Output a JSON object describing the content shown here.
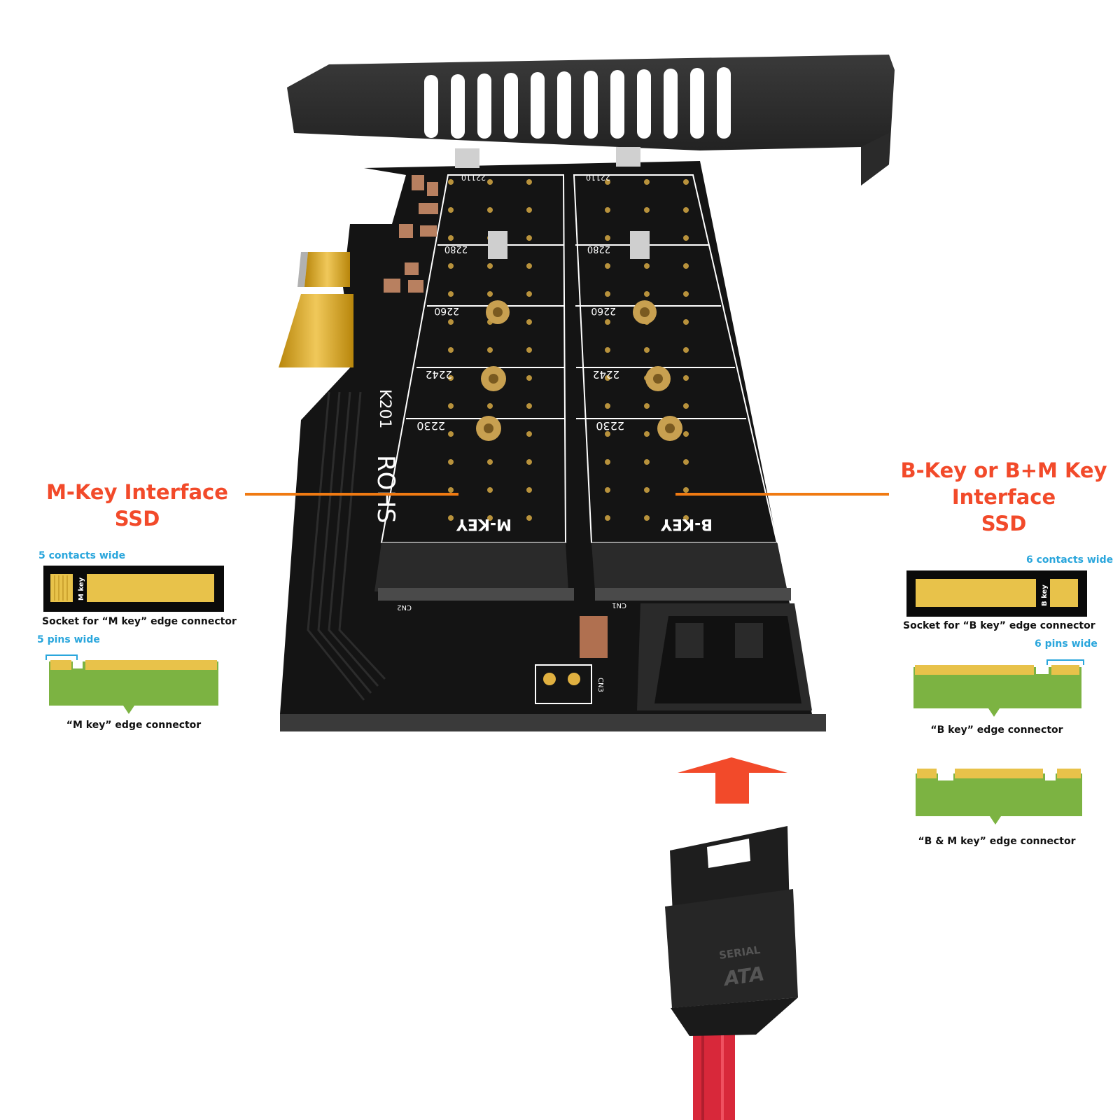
{
  "callouts": {
    "m_key_line1": "M-Key Interface",
    "m_key_line2": "SSD",
    "b_key_line1": "B-Key or B+M Key",
    "b_key_line2": "Interface",
    "b_key_line3": "SSD"
  },
  "left_diagram": {
    "contacts_note": "5 contacts wide",
    "socket_key_label": "M key",
    "socket_caption": "Socket for “M key” edge connector",
    "pins_note": "5 pins wide",
    "connector_caption": "“M key” edge connector"
  },
  "right_diagram": {
    "contacts_note": "6 contacts wide",
    "socket_key_label": "B key",
    "socket_caption": "Socket for “B key” edge connector",
    "pins_note": "6 pins wide",
    "connector_caption": "“B key” edge connector",
    "bm_connector_caption": "“B & M key” edge connector"
  },
  "board": {
    "model": "K201",
    "rohs": "ROHS",
    "slot_left_label": "M-KEY",
    "slot_right_label": "B-KEY",
    "lengths": [
      "22110",
      "2280",
      "2260",
      "2242",
      "2230"
    ],
    "cn_left": "CN2",
    "cn_right": "CN1",
    "cn_power": "CN3"
  },
  "cable": {
    "brand_line1": "SERIAL",
    "brand_line2": "ATA"
  },
  "colors": {
    "callout": "#f24a2a",
    "leader_line": "#f07a12",
    "note_blue": "#2aa6dc",
    "contact_gold": "#e8c24a",
    "connector_green": "#7cb342",
    "pcb": "#141414",
    "cable_red": "#d8283a",
    "arrow": "#f24a2a"
  },
  "icons": [
    "pcie-card-photo",
    "sata-cable-icon",
    "up-arrow-icon"
  ]
}
